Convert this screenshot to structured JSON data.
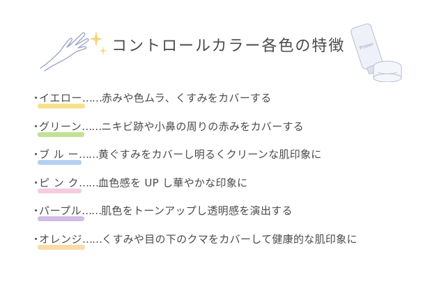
{
  "header": {
    "title": "コントロールカラー各色の特徴",
    "illustration_left": "hand-icon",
    "sparkle": "sparkle-icon",
    "illustration_right": "cosmetic-products-icon",
    "tube_label": "Primer"
  },
  "items": [
    {
      "label": "イエロー",
      "dots": "……",
      "description": "赤みや色ムラ、くすみをカバーする",
      "color": "#f5dc7a"
    },
    {
      "label": "グリーン",
      "dots": "……",
      "description": "ニキビ跡や小鼻の周りの赤みをカバーする",
      "color": "#b9dc84"
    },
    {
      "label": "ブ ル ー",
      "dots": "……",
      "description": "黄ぐすみをカバーし明るくクリーンな肌印象に",
      "color": "#a8c8ee"
    },
    {
      "label": "ピ ン ク",
      "dots": "……",
      "description": "血色感を UP し華やかな印象に",
      "color": "#f2c4d8"
    },
    {
      "label": "パープル",
      "dots": "……",
      "description": "肌色をトーンアップし透明感を演出する",
      "color": "#c9b0e0"
    },
    {
      "label": "オレンジ",
      "dots": "……",
      "description": "くすみや目の下のクマをカバーして健康的な肌印象に",
      "color": "#f8d49a"
    }
  ]
}
